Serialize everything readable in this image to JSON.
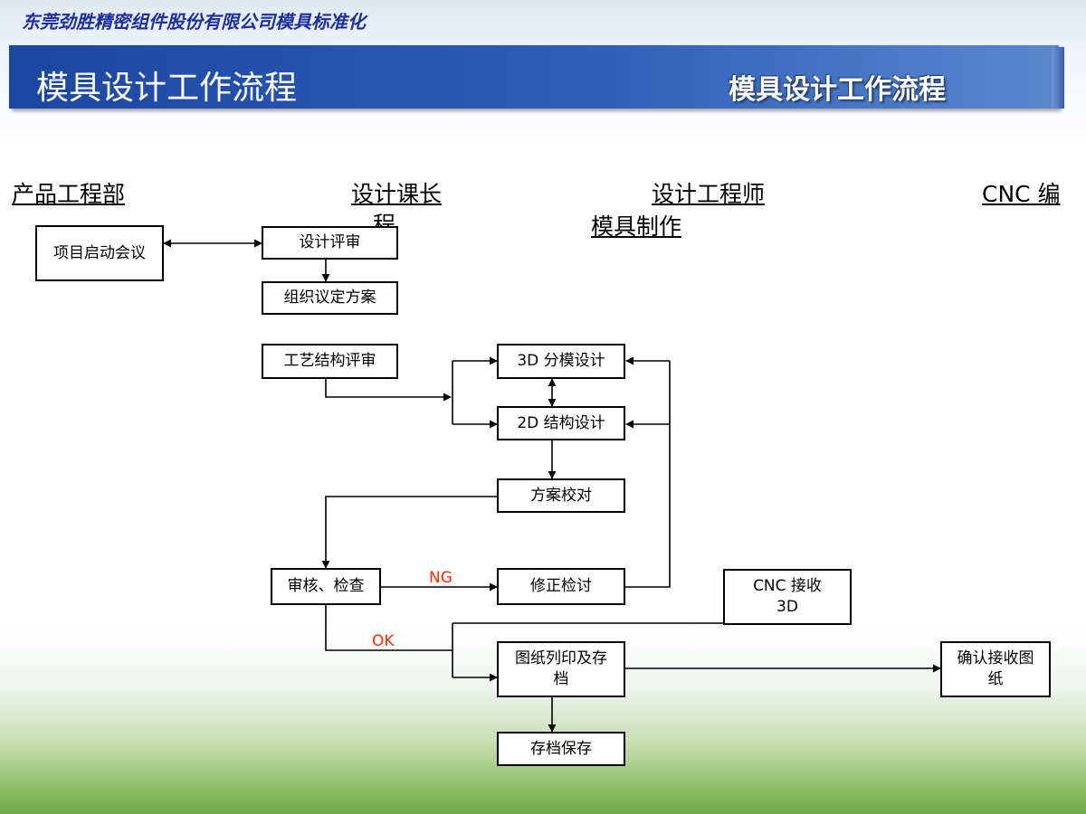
{
  "company": "东莞劲胜精密组件股份有限公司模具标准化",
  "banner": {
    "title": "模具设计工作流程",
    "title_right": "模具设计工作流程"
  },
  "columns": {
    "product_engineering": "产品工程部",
    "design_lead_line1": "设计课长",
    "design_lead_line2": "程",
    "design_engineer": "设计工程师",
    "mold_making": "模具制作",
    "cnc": "CNC 编"
  },
  "boxes": {
    "kickoff": "项目启动会议",
    "design_review": "设计评审",
    "organize_plan": "组织议定方案",
    "process_review": "工艺结构评审",
    "split_3d": "3D 分模设计",
    "structure_2d": "2D 结构设计",
    "plan_check": "方案校对",
    "audit": "审核、检查",
    "revise": "修正检讨",
    "cnc_receive": "CNC 接收3D",
    "print_archive": "图纸列印及存档",
    "confirm_receive": "确认接收图纸",
    "archive_save": "存档保存"
  },
  "labels": {
    "ng": "NG",
    "ok": "OK"
  },
  "colors": {
    "banner": "#2d5fb8",
    "company_text": "#1d2f9b",
    "label_red": "#ff2a00"
  }
}
